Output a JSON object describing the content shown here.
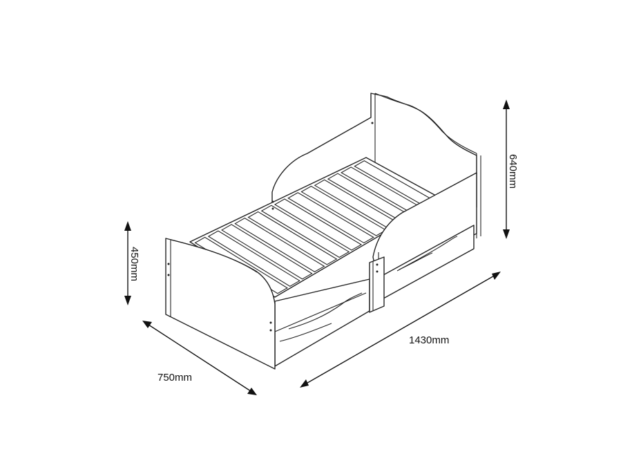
{
  "diagram": {
    "subject": "children's bed with two drawers, dimension drawing",
    "dimensions": {
      "height_headboard": "640mm",
      "height_footboard": "450mm",
      "width": "750mm",
      "length": "1430mm"
    },
    "colors": {
      "line": "#222222",
      "background": "#ffffff"
    }
  }
}
